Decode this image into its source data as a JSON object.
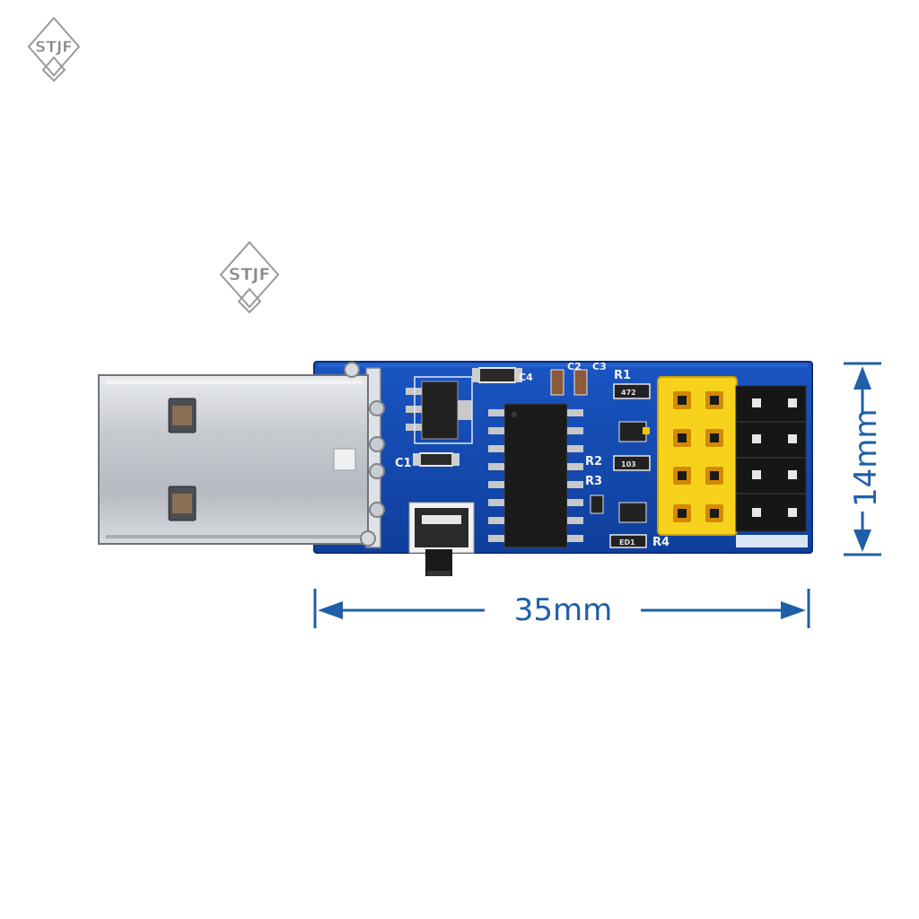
{
  "watermark": {
    "text": "STJF"
  },
  "dimensions": {
    "width": "35mm",
    "height": "14mm"
  },
  "silkscreen": {
    "c1": "C1",
    "c4": "C4",
    "c2": "C2",
    "c3": "C3",
    "r1": "R1",
    "r2": "R2",
    "r3": "R3",
    "r4": "R4",
    "r1_code": "472",
    "r2_code": "103",
    "led_code": "ED1"
  },
  "colors": {
    "pcb": "#1146a8",
    "dimension": "#1f5fa8",
    "header_yellow": "#f7d21c",
    "usb_metal": "#c9ccd1"
  }
}
